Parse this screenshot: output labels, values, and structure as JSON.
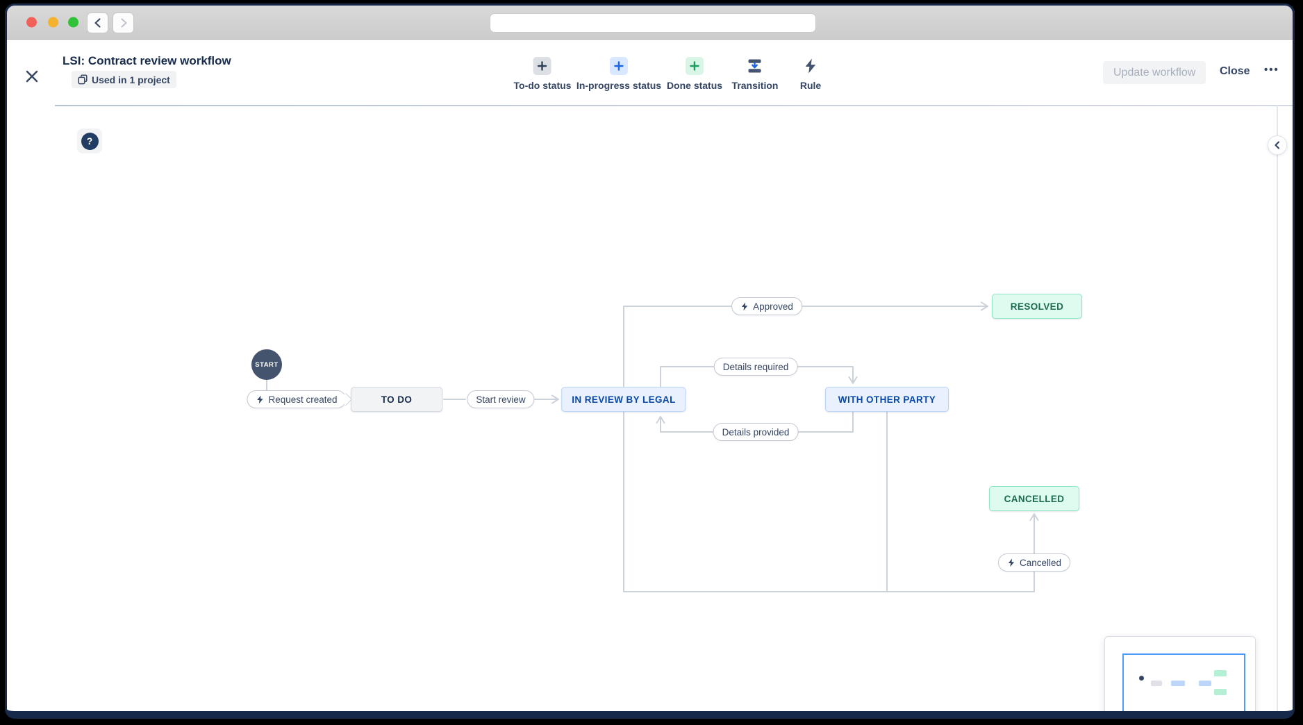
{
  "titlebar": {
    "traffic_lights": {
      "close": "close",
      "minimize": "minimize",
      "zoom": "zoom"
    },
    "url_value": ""
  },
  "header": {
    "title": "LSI: Contract review workflow",
    "badge": "Used in 1 project",
    "toolbar": [
      {
        "label": "To-do status"
      },
      {
        "label": "In-progress status"
      },
      {
        "label": "Done status"
      },
      {
        "label": "Transition"
      },
      {
        "label": "Rule"
      }
    ],
    "update_button": "Update workflow",
    "close_button": "Close",
    "more_button": "•••"
  },
  "canvas": {
    "help_glyph": "?",
    "start": "START",
    "nodes": {
      "todo": "TO DO",
      "in_review": "IN REVIEW BY LEGAL",
      "with_other_party": "WITH OTHER PARTY",
      "resolved": "RESOLVED",
      "cancelled": "CANCELLED"
    },
    "transitions": {
      "request_created": "Request created",
      "start_review": "Start review",
      "approved": "Approved",
      "details_required": "Details required",
      "details_provided": "Details provided",
      "cancelled": "Cancelled"
    }
  },
  "colors": {
    "navy_text": "#172b4d",
    "slate_text": "#344563",
    "connector_line": "#ccd2da",
    "todo_bg": "#f2f3f5",
    "inprogress_bg": "#e8f1fd",
    "inprogress_text": "#0947a6",
    "done_bg": "#ddfbee",
    "done_text": "#1c6b51",
    "start_node_bg": "#44546f",
    "blue_accent": "#1c63e5",
    "green_accent": "#1e9b5f",
    "minimap_viewport_border": "#4c9aff"
  }
}
